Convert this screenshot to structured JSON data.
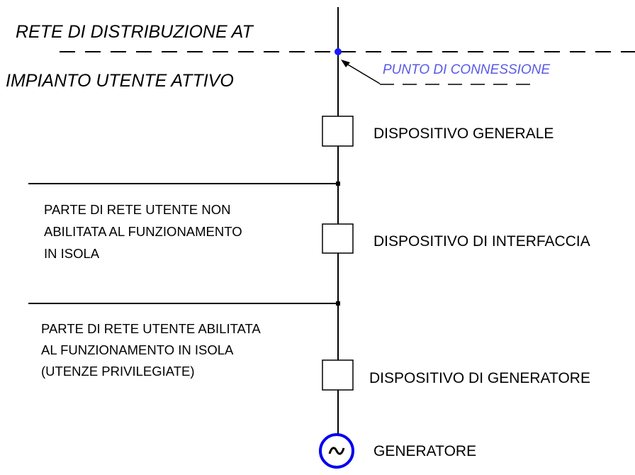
{
  "diagram": {
    "network_label": "RETE DI DISTRIBUZIONE AT",
    "plant_label": "IMPIANTO UTENTE ATTIVO",
    "connection_point_label": "PUNTO DI CONNESSIONE",
    "devices": {
      "general": "DISPOSITIVO GENERALE",
      "interface": "DISPOSITIVO DI INTERFACCIA",
      "generator_device": "DISPOSITIVO DI GENERATORE",
      "generator": "GENERATORE"
    },
    "non_island_part": {
      "line1": "PARTE DI RETE UTENTE NON",
      "line2": "ABILITATA AL FUNZIONAMENTO",
      "line3": "IN ISOLA"
    },
    "island_part": {
      "line1": "PARTE DI RETE UTENTE ABILITATA",
      "line2": "AL FUNZIONAMENTO IN ISOLA",
      "line3": "(UTENZE PRIVILEGIATE)"
    },
    "colors": {
      "line": "#000000",
      "connection_point": "#1a1aff",
      "connection_label": "#5a5ae6",
      "generator_circle": "#0000ee"
    },
    "icons": {
      "generator": "ac-generator-symbol",
      "connection_point": "connection-dot"
    }
  }
}
